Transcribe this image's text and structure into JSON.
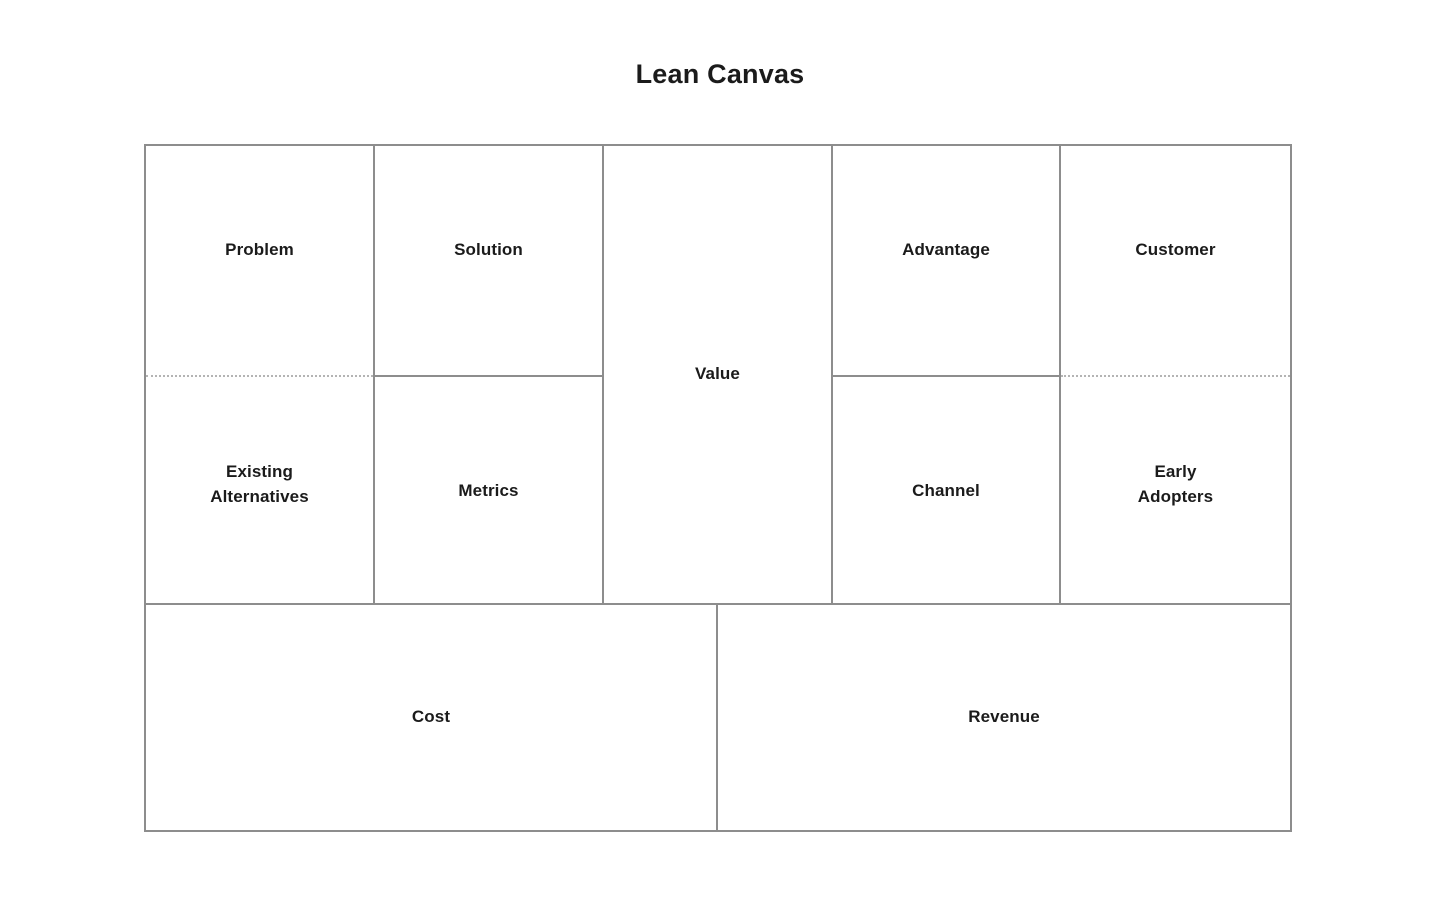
{
  "page": {
    "title": "Lean Canvas",
    "background_color": "#ffffff",
    "text_color": "#1b1b1b",
    "border_color": "#8d8d8d",
    "dotted_border_color": "#b4b4b4"
  },
  "canvas": {
    "top_section": {
      "columns": [
        {
          "id": "problem-column",
          "split": true,
          "divider_style": "dotted",
          "top_cell": {
            "id": "problem",
            "label": "Problem"
          },
          "bottom_cell": {
            "id": "existing-alternatives",
            "label": "Existing\nAlternatives"
          }
        },
        {
          "id": "solution-column",
          "split": true,
          "divider_style": "solid",
          "top_cell": {
            "id": "solution",
            "label": "Solution"
          },
          "bottom_cell": {
            "id": "metrics",
            "label": "Metrics"
          }
        },
        {
          "id": "value-column",
          "split": false,
          "divider_style": "none",
          "full_cell": {
            "id": "value",
            "label": "Value"
          }
        },
        {
          "id": "advantage-column",
          "split": true,
          "divider_style": "solid",
          "top_cell": {
            "id": "advantage",
            "label": "Advantage"
          },
          "bottom_cell": {
            "id": "channel",
            "label": "Channel"
          }
        },
        {
          "id": "customer-column",
          "split": true,
          "divider_style": "dotted",
          "top_cell": {
            "id": "customer",
            "label": "Customer"
          },
          "bottom_cell": {
            "id": "early-adopters",
            "label": "Early\nAdopters"
          }
        }
      ]
    },
    "bottom_section": {
      "boxes": [
        {
          "id": "cost",
          "label": "Cost"
        },
        {
          "id": "revenue",
          "label": "Revenue"
        }
      ]
    }
  }
}
